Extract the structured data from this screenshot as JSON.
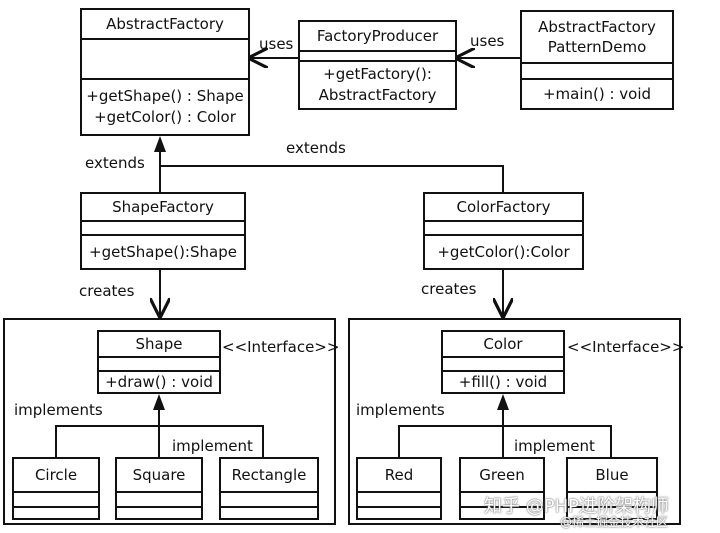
{
  "classes": {
    "abstract_factory": {
      "name": "AbstractFactory",
      "ops": [
        "+getShape() : Shape",
        "+getColor() : Color"
      ]
    },
    "factory_producer": {
      "name": "FactoryProducer",
      "ops": [
        "+getFactory():",
        "AbstractFactory"
      ]
    },
    "demo": {
      "name_lines": [
        "AbstractFactory",
        "PatternDemo"
      ],
      "ops": [
        "+main() : void"
      ]
    },
    "shape_factory": {
      "name": "ShapeFactory",
      "ops": [
        "+getShape():Shape"
      ]
    },
    "color_factory": {
      "name": "ColorFactory",
      "ops": [
        "+getColor():Color"
      ]
    },
    "shape": {
      "name": "Shape",
      "ops": [
        "+draw() : void"
      ],
      "stereotype": "<<Interface>>"
    },
    "color": {
      "name": "Color",
      "ops": [
        "+fill() : void"
      ],
      "stereotype": "<<Interface>>"
    },
    "circle": {
      "name": "Circle"
    },
    "square": {
      "name": "Square"
    },
    "rectangle": {
      "name": "Rectangle"
    },
    "red": {
      "name": "Red"
    },
    "green": {
      "name": "Green"
    },
    "blue": {
      "name": "Blue"
    }
  },
  "relations": {
    "uses_1": "uses",
    "uses_2": "uses",
    "extends_left": "extends",
    "extends_top": "extends",
    "creates_left": "creates",
    "creates_right": "creates",
    "implements_left": "implements",
    "implement_left": "implement",
    "implements_right": "implements",
    "implement_right": "implement"
  },
  "watermark": {
    "line1": "知乎 @PHP进阶架构师",
    "line2": "@稀土掘金技术社区"
  }
}
